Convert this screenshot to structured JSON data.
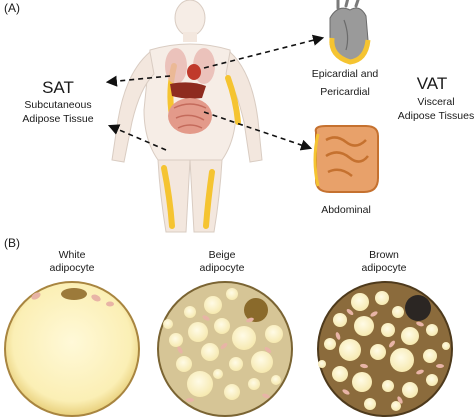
{
  "panel_a": {
    "label": "(A)",
    "sat": {
      "abbr": "SAT",
      "line1": "Subcutaneous",
      "line2": "Adipose Tissue"
    },
    "vat": {
      "abbr": "VAT",
      "line1": "Visceral",
      "line2": "Adipose Tissues"
    },
    "epicardial": {
      "line1": "Epicardial and",
      "line2": "Pericardial"
    },
    "abdominal": "Abdominal"
  },
  "panel_b": {
    "label": "(B)",
    "cells": [
      {
        "line1": "White",
        "line2": "adipocyte"
      },
      {
        "line1": "Beige",
        "line2": "adipocyte"
      },
      {
        "line1": "Brown",
        "line2": "adipocyte"
      }
    ]
  },
  "colors": {
    "white_fill": "#fbefb5",
    "beige_fill": "#d8c79a",
    "brown_fill": "#8b6b3c",
    "lipid_droplet": "#fff5c8",
    "fat_accent": "#f5c431",
    "nucleus_beige": "#8a6a2b",
    "nucleus_brown": "#2b2623"
  }
}
